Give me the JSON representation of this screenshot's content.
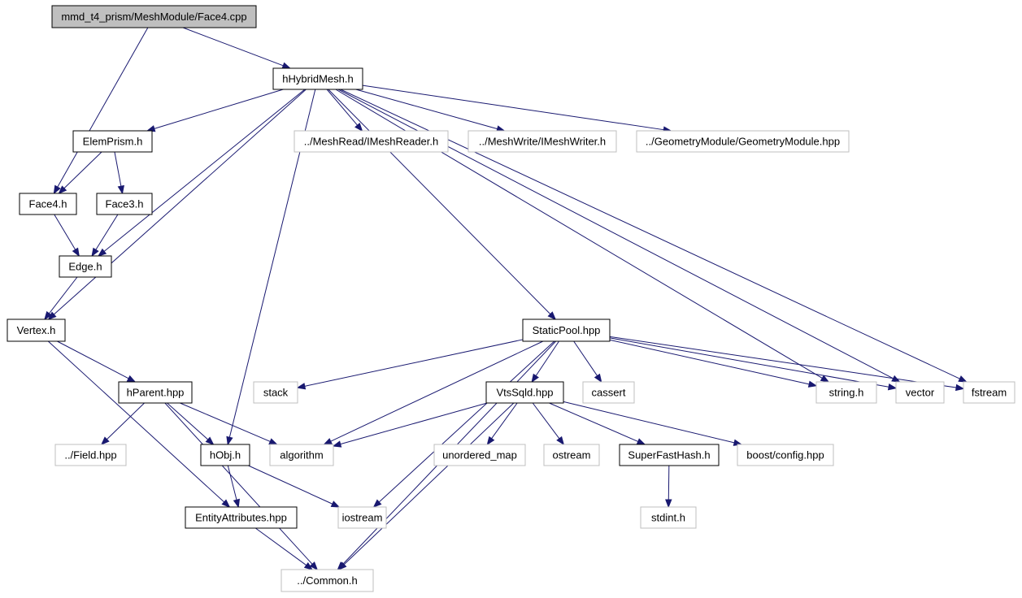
{
  "colors": {
    "edge": "#191970",
    "root_fill": "#bfbfbf",
    "node_border": "#000000",
    "external_border": "#bfbfbf"
  },
  "nodes": [
    {
      "id": "root",
      "label": "mmd_t4_prism/MeshModule/Face4.cpp",
      "kind": "root"
    },
    {
      "id": "hybrid",
      "label": "hHybridMesh.h",
      "kind": "local"
    },
    {
      "id": "elemprism",
      "label": "ElemPrism.h",
      "kind": "local"
    },
    {
      "id": "meshreader",
      "label": "../MeshRead/IMeshReader.h",
      "kind": "external"
    },
    {
      "id": "meshwriter",
      "label": "../MeshWrite/IMeshWriter.h",
      "kind": "external"
    },
    {
      "id": "geommod",
      "label": "../GeometryModule/GeometryModule.hpp",
      "kind": "external"
    },
    {
      "id": "face4",
      "label": "Face4.h",
      "kind": "local"
    },
    {
      "id": "face3",
      "label": "Face3.h",
      "kind": "local"
    },
    {
      "id": "edge",
      "label": "Edge.h",
      "kind": "local"
    },
    {
      "id": "vertex",
      "label": "Vertex.h",
      "kind": "local"
    },
    {
      "id": "staticpool",
      "label": "StaticPool.hpp",
      "kind": "local"
    },
    {
      "id": "stack",
      "label": "stack",
      "kind": "external"
    },
    {
      "id": "vtssqld",
      "label": "VtsSqld.hpp",
      "kind": "local"
    },
    {
      "id": "cassert",
      "label": "cassert",
      "kind": "external"
    },
    {
      "id": "stringh",
      "label": "string.h",
      "kind": "external"
    },
    {
      "id": "vector",
      "label": "vector",
      "kind": "external"
    },
    {
      "id": "fstream",
      "label": "fstream",
      "kind": "external"
    },
    {
      "id": "hparent",
      "label": "hParent.hpp",
      "kind": "local"
    },
    {
      "id": "field",
      "label": "../Field.hpp",
      "kind": "external"
    },
    {
      "id": "hobj",
      "label": "hObj.h",
      "kind": "local"
    },
    {
      "id": "algorithm",
      "label": "algorithm",
      "kind": "external"
    },
    {
      "id": "unordered",
      "label": "unordered_map",
      "kind": "external"
    },
    {
      "id": "ostream",
      "label": "ostream",
      "kind": "external"
    },
    {
      "id": "superfast",
      "label": "SuperFastHash.h",
      "kind": "local"
    },
    {
      "id": "boostcfg",
      "label": "boost/config.hpp",
      "kind": "external"
    },
    {
      "id": "entity",
      "label": "EntityAttributes.hpp",
      "kind": "local"
    },
    {
      "id": "iostream",
      "label": "iostream",
      "kind": "external"
    },
    {
      "id": "stdint",
      "label": "stdint.h",
      "kind": "external"
    },
    {
      "id": "common",
      "label": "../Common.h",
      "kind": "external"
    }
  ],
  "edges": [
    {
      "from": "root",
      "to": "face4"
    },
    {
      "from": "root",
      "to": "hybrid"
    },
    {
      "from": "hybrid",
      "to": "elemprism"
    },
    {
      "from": "hybrid",
      "to": "meshreader"
    },
    {
      "from": "hybrid",
      "to": "meshwriter"
    },
    {
      "from": "hybrid",
      "to": "geommod"
    },
    {
      "from": "hybrid",
      "to": "vertex"
    },
    {
      "from": "hybrid",
      "to": "edge"
    },
    {
      "from": "hybrid",
      "to": "hobj"
    },
    {
      "from": "hybrid",
      "to": "staticpool"
    },
    {
      "from": "hybrid",
      "to": "stringh"
    },
    {
      "from": "hybrid",
      "to": "vector"
    },
    {
      "from": "hybrid",
      "to": "fstream"
    },
    {
      "from": "elemprism",
      "to": "face4"
    },
    {
      "from": "elemprism",
      "to": "face3"
    },
    {
      "from": "face4",
      "to": "edge"
    },
    {
      "from": "face3",
      "to": "edge"
    },
    {
      "from": "edge",
      "to": "vertex"
    },
    {
      "from": "vertex",
      "to": "hparent"
    },
    {
      "from": "vertex",
      "to": "entity"
    },
    {
      "from": "staticpool",
      "to": "stack"
    },
    {
      "from": "staticpool",
      "to": "algorithm"
    },
    {
      "from": "staticpool",
      "to": "iostream"
    },
    {
      "from": "staticpool",
      "to": "vtssqld"
    },
    {
      "from": "staticpool",
      "to": "cassert"
    },
    {
      "from": "staticpool",
      "to": "stringh"
    },
    {
      "from": "staticpool",
      "to": "vector"
    },
    {
      "from": "staticpool",
      "to": "fstream"
    },
    {
      "from": "staticpool",
      "to": "common"
    },
    {
      "from": "hparent",
      "to": "field"
    },
    {
      "from": "hparent",
      "to": "hobj"
    },
    {
      "from": "hparent",
      "to": "algorithm"
    },
    {
      "from": "hparent",
      "to": "common"
    },
    {
      "from": "hobj",
      "to": "entity"
    },
    {
      "from": "hobj",
      "to": "iostream"
    },
    {
      "from": "vtssqld",
      "to": "algorithm"
    },
    {
      "from": "vtssqld",
      "to": "unordered"
    },
    {
      "from": "vtssqld",
      "to": "ostream"
    },
    {
      "from": "vtssqld",
      "to": "superfast"
    },
    {
      "from": "vtssqld",
      "to": "boostcfg"
    },
    {
      "from": "vtssqld",
      "to": "common"
    },
    {
      "from": "superfast",
      "to": "stdint"
    },
    {
      "from": "entity",
      "to": "common"
    }
  ]
}
